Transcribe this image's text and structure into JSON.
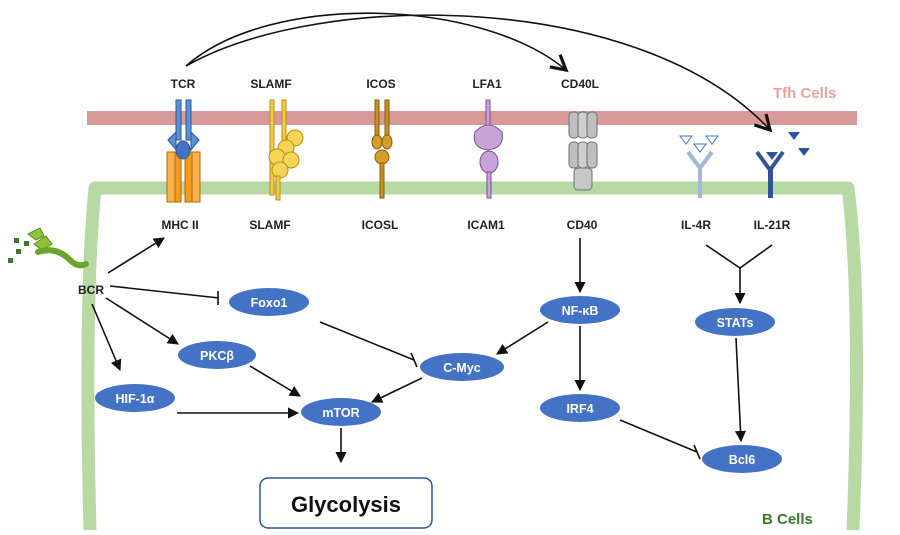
{
  "colors": {
    "tfh_membrane": "#d89a98",
    "b_membrane": "#b7d9a4",
    "node_fill": "#4472c4",
    "node_text": "#ffffff",
    "tfh_label": "#e8a3a0",
    "b_label": "#3a7a2a",
    "glycolysis_border": "#2f5597"
  },
  "cells": {
    "tfh": "Tfh Cells",
    "b": "B Cells"
  },
  "tfh_receptors": {
    "tcr": "TCR",
    "slamf": "SLAMF",
    "icos": "ICOS",
    "lfa1": "LFA1",
    "cd40l": "CD40L"
  },
  "b_receptors": {
    "mhc2": "MHC II",
    "slamf": "SLAMF",
    "icosl": "ICOSL",
    "icam1": "ICAM1",
    "cd40": "CD40",
    "il4r": "IL-4R",
    "il21r": "IL-21R"
  },
  "nodes": {
    "bcr": "BCR",
    "foxo1": "Foxo1",
    "pkcb": "PKCβ",
    "hif1a": "HIF-1α",
    "mtor": "mTOR",
    "cmyc": "C-Myc",
    "nfkb": "NF-κB",
    "irf4": "IRF4",
    "stats": "STATs",
    "bcl6": "Bcl6",
    "glycolysis": "Glycolysis"
  },
  "icons": [
    "tcr-mhc-icon",
    "slamf-icon",
    "icos-icon",
    "lfa1-icam1-icon",
    "cd40l-cd40-icon",
    "il4r-icon",
    "il21r-icon",
    "cytokine-icon",
    "antigen-icon",
    "bcr-icon"
  ]
}
